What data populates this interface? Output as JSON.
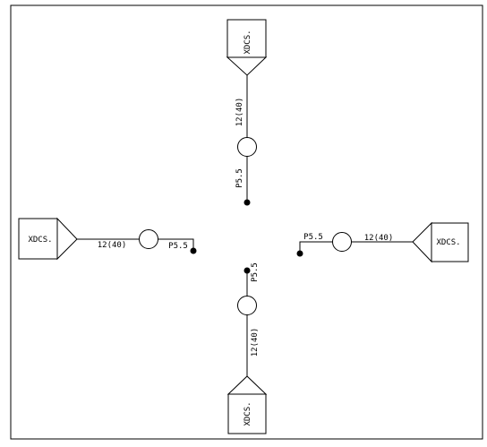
{
  "diagram": {
    "units": [
      {
        "id": "top",
        "box_label": "XDCS.",
        "pipe_label": "12(40)",
        "point_label": "P5.5"
      },
      {
        "id": "left",
        "box_label": "XDCS.",
        "pipe_label": "12(40)",
        "point_label": "P5.5"
      },
      {
        "id": "right",
        "box_label": "XDCS.",
        "pipe_label": "12(40)",
        "point_label": "P5.5"
      },
      {
        "id": "bottom",
        "box_label": "XDCS.",
        "pipe_label": "12(40)",
        "point_label": "P5.5"
      }
    ]
  }
}
